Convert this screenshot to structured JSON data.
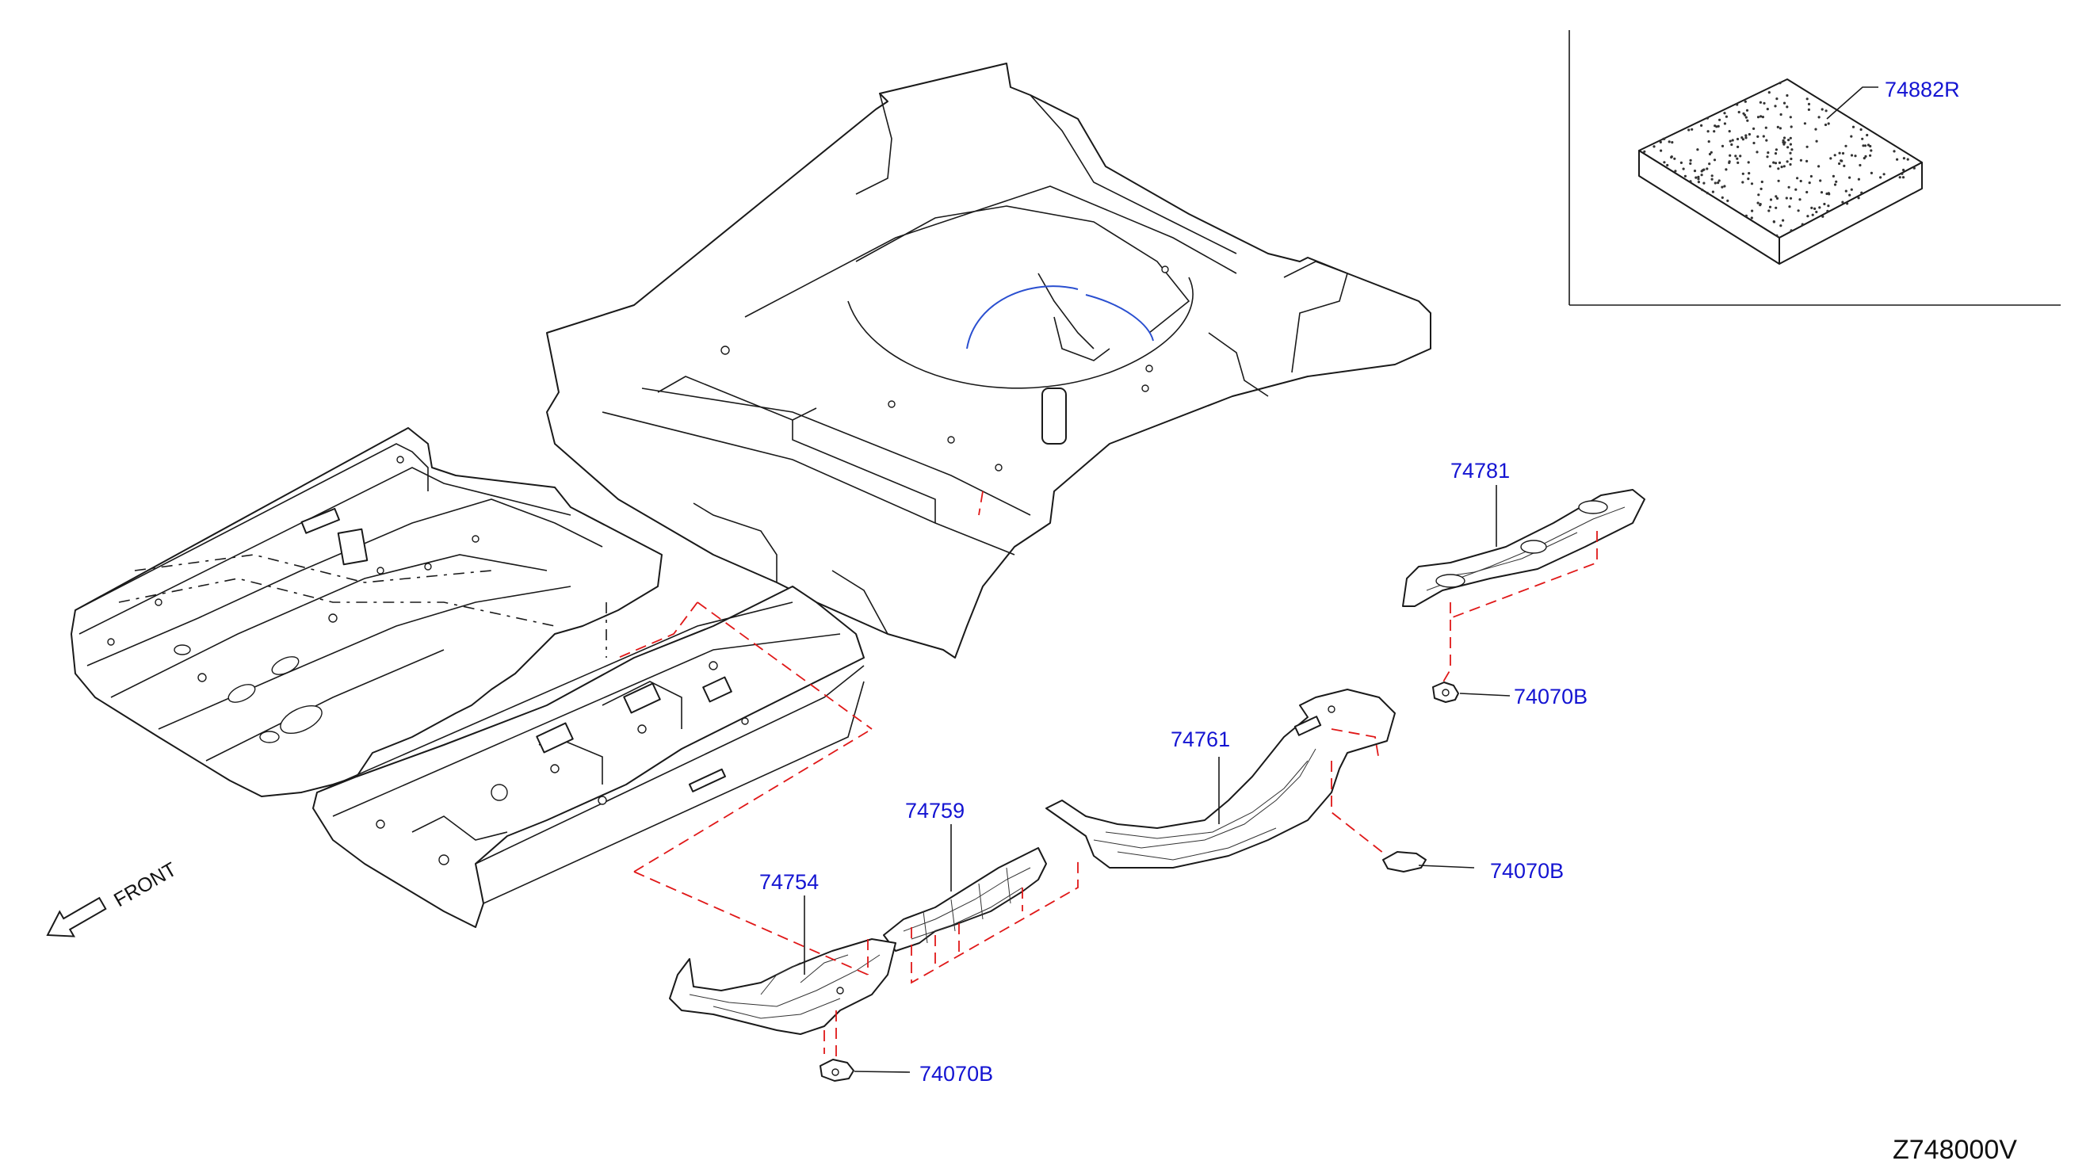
{
  "diagram": {
    "code": "Z748000V",
    "front_label": "FRONT",
    "parts": [
      {
        "id": "p74882R",
        "label": "74882R"
      },
      {
        "id": "p74781",
        "label": "74781"
      },
      {
        "id": "p74070B_1",
        "label": "74070B"
      },
      {
        "id": "p74761",
        "label": "74761"
      },
      {
        "id": "p74070B_2",
        "label": "74070B"
      },
      {
        "id": "p74759",
        "label": "74759"
      },
      {
        "id": "p74754",
        "label": "74754"
      },
      {
        "id": "p74070B_3",
        "label": "74070B"
      }
    ]
  },
  "colors": {
    "part_label": "#1414d2",
    "phantom_line": "#e01818",
    "outline": "#1a1a1a",
    "background": "#ffffff"
  }
}
